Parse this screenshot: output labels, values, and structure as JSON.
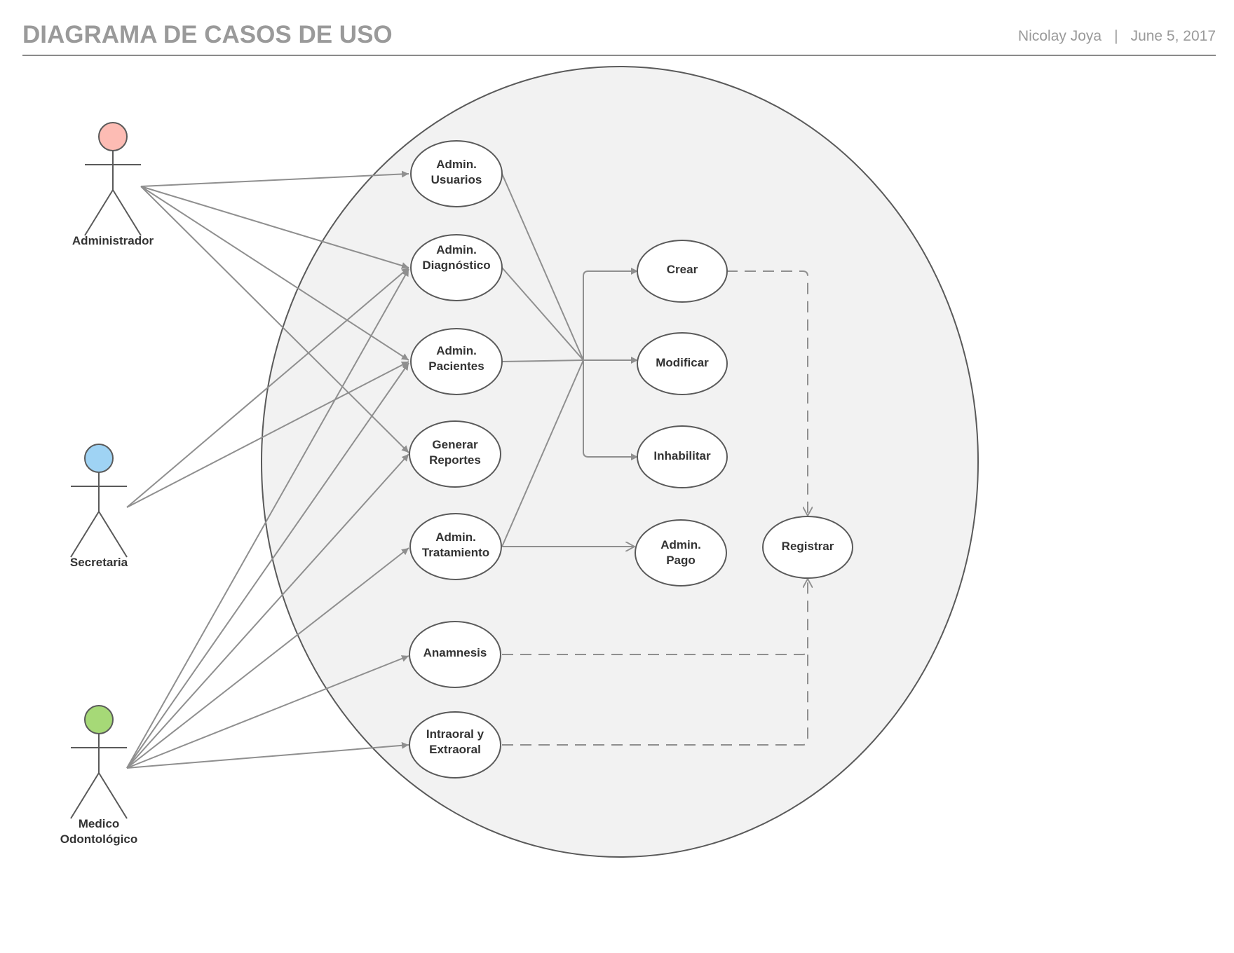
{
  "header": {
    "title": "DIAGRAMA DE CASOS DE USO",
    "author": "Nicolay Joya",
    "separator": "|",
    "date": "June 5, 2017"
  },
  "colors": {
    "administrador": "#fdbcb4",
    "secretaria": "#9fd3f4",
    "medico": "#a6d977",
    "system_fill": "#f2f2f2",
    "line": "#8f8f8f"
  },
  "actors": {
    "administrador": {
      "lines": [
        "Administrador"
      ]
    },
    "secretaria": {
      "lines": [
        "Secretaria"
      ]
    },
    "medico": {
      "lines": [
        "Medico",
        "Odontológico"
      ]
    }
  },
  "use_cases": {
    "usuarios": {
      "lines": [
        "Admin.",
        "Usuarios"
      ]
    },
    "diagnostico": {
      "lines": [
        "Admin.",
        "Diagnóstico"
      ]
    },
    "pacientes": {
      "lines": [
        "Admin.",
        "Pacientes"
      ]
    },
    "reportes": {
      "lines": [
        "Generar",
        "Reportes"
      ]
    },
    "tratamiento": {
      "lines": [
        "Admin.",
        "Tratamiento"
      ]
    },
    "anamnesis": {
      "lines": [
        "Anamnesis"
      ]
    },
    "intraoral": {
      "lines": [
        "Intraoral y",
        "Extraoral"
      ]
    },
    "crear": {
      "lines": [
        "Crear"
      ]
    },
    "modificar": {
      "lines": [
        "Modificar"
      ]
    },
    "inhabilitar": {
      "lines": [
        "Inhabilitar"
      ]
    },
    "pago": {
      "lines": [
        "Admin.",
        "Pago"
      ]
    },
    "registrar": {
      "lines": [
        "Registrar"
      ]
    }
  }
}
